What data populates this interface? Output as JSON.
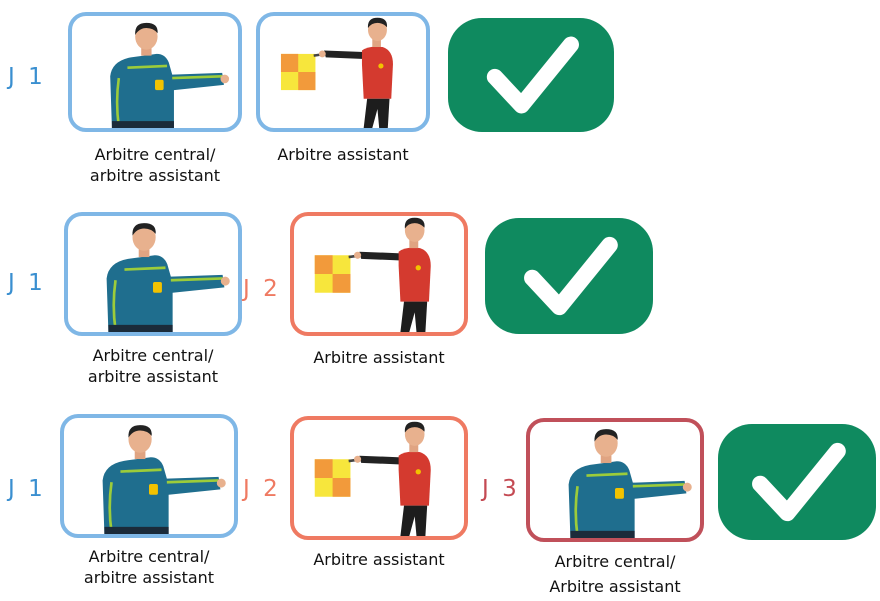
{
  "colors": {
    "j1": "#3a8fd0",
    "j2": "#ef7a62",
    "j3": "#c44a53",
    "check_bg": "#0f8a5f",
    "panel_blue": "#7fb7e6",
    "panel_orange": "#ef7a62",
    "panel_red": "#c0505a"
  },
  "rows": [
    {
      "j1": "J 1",
      "p1": {
        "caption1": "Arbitre central/",
        "caption2": "arbitre assistant",
        "figure": "referee-central"
      },
      "p2": {
        "caption1": "Arbitre assistant",
        "figure": "assistant-flag"
      },
      "check": "checkmark-icon"
    },
    {
      "j1": "J 1",
      "j2": "J 2",
      "p1": {
        "caption1": "Arbitre central/",
        "caption2": "arbitre assistant",
        "figure": "referee-central"
      },
      "p2": {
        "caption1": "Arbitre assistant",
        "figure": "assistant-flag"
      },
      "check": "checkmark-icon"
    },
    {
      "j1": "J 1",
      "j2": "J 2",
      "j3": "J 3",
      "p1": {
        "caption1": "Arbitre central/",
        "caption2": "arbitre assistant",
        "figure": "referee-central"
      },
      "p2": {
        "caption1": "Arbitre assistant",
        "figure": "assistant-flag"
      },
      "p3": {
        "caption1": "Arbitre central/",
        "caption2": "Arbitre assistant",
        "figure": "referee-central"
      },
      "check": "checkmark-icon"
    }
  ]
}
